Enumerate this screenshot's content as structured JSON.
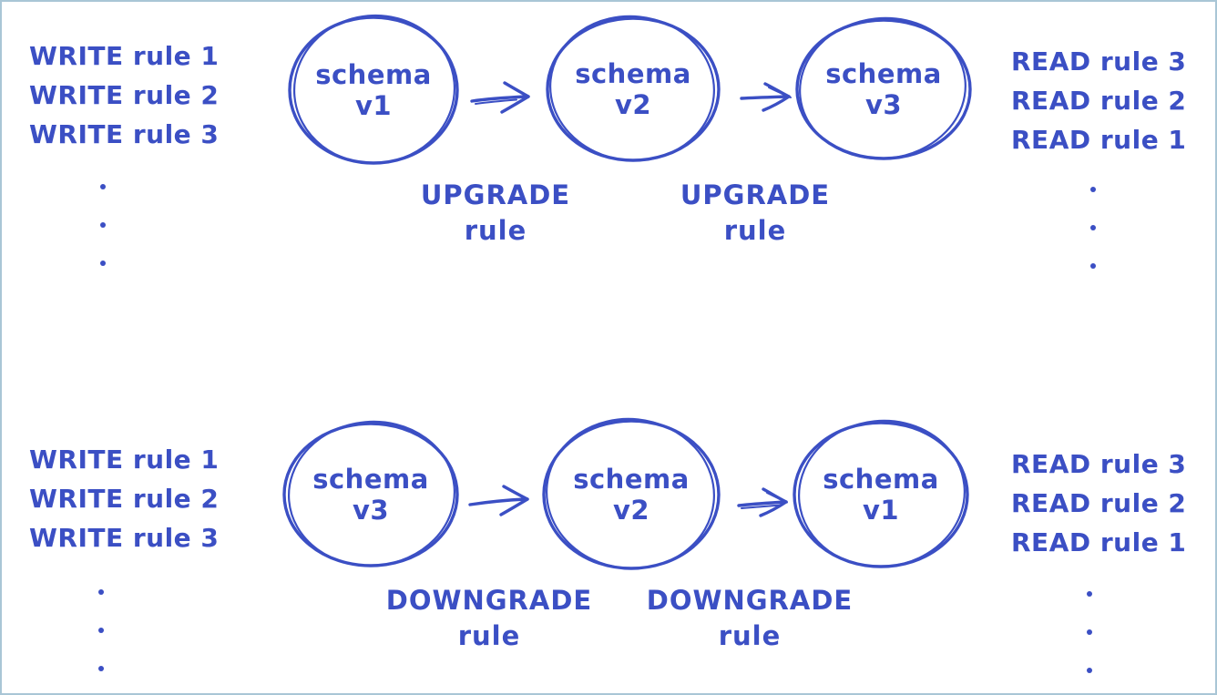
{
  "colors": {
    "ink": "#3b4fc4",
    "canvas_background": "#ffffff",
    "frame_border": "#a9c6d6"
  },
  "upgrade_flow": {
    "write_rules": [
      "WRITE rule 1",
      "WRITE rule 2",
      "WRITE rule 3"
    ],
    "read_rules": [
      "READ rule 3",
      "READ rule 2",
      "READ rule 1"
    ],
    "nodes": [
      {
        "name": "schema",
        "version": "v1"
      },
      {
        "name": "schema",
        "version": "v2"
      },
      {
        "name": "schema",
        "version": "v3"
      }
    ],
    "transitions": [
      {
        "action": "UPGRADE",
        "suffix": "rule"
      },
      {
        "action": "UPGRADE",
        "suffix": "rule"
      }
    ],
    "ellipsis_dot_count": 3
  },
  "downgrade_flow": {
    "write_rules": [
      "WRITE rule 1",
      "WRITE rule 2",
      "WRITE rule 3"
    ],
    "read_rules": [
      "READ rule 3",
      "READ rule 2",
      "READ rule 1"
    ],
    "nodes": [
      {
        "name": "schema",
        "version": "v3"
      },
      {
        "name": "schema",
        "version": "v2"
      },
      {
        "name": "schema",
        "version": "v1"
      }
    ],
    "transitions": [
      {
        "action": "DOWNGRADE",
        "suffix": "rule"
      },
      {
        "action": "DOWNGRADE",
        "suffix": "rule"
      }
    ],
    "ellipsis_dot_count": 3
  }
}
